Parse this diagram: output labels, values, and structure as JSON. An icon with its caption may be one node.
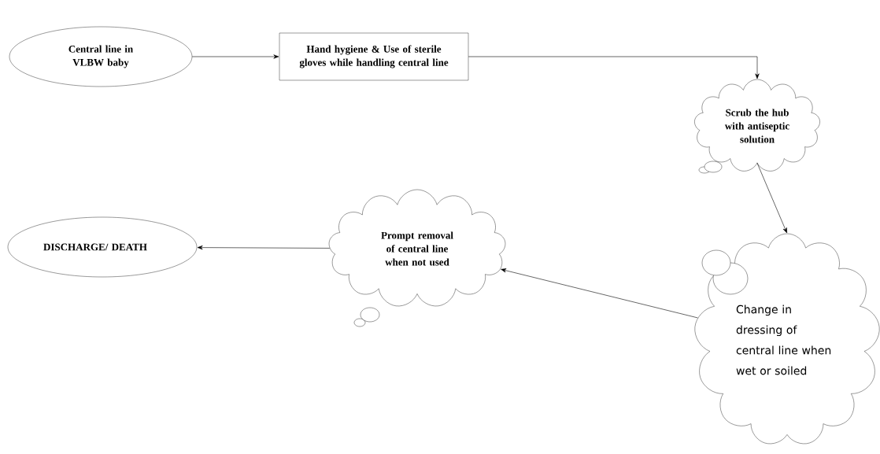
{
  "diagram": {
    "nodes": [
      {
        "text": [
          "Central line in VLBW baby"
        ]
      },
      {
        "text": [
          "Hand hygiene & Use of sterile gloves while handling central line"
        ]
      },
      {
        "text": [
          "Scrub the hub with antiseptic solution"
        ]
      },
      {
        "text": [
          "Change in dressing of central line when wet or soiled"
        ]
      },
      {
        "text": [
          "Prompt removal of central line when not used"
        ]
      },
      {
        "text": [
          "DISCHARGE/ DEATH"
        ]
      }
    ],
    "edges": [
      {
        "from": 0,
        "to": 1,
        "arrow": "to"
      },
      {
        "from": 1,
        "to": 2,
        "arrow": "to"
      },
      {
        "from": 2,
        "to": 3,
        "arrow": "to"
      },
      {
        "from": 3,
        "to": 4,
        "arrow": "to"
      },
      {
        "from": 4,
        "to": 5,
        "arrow": "to"
      }
    ]
  }
}
